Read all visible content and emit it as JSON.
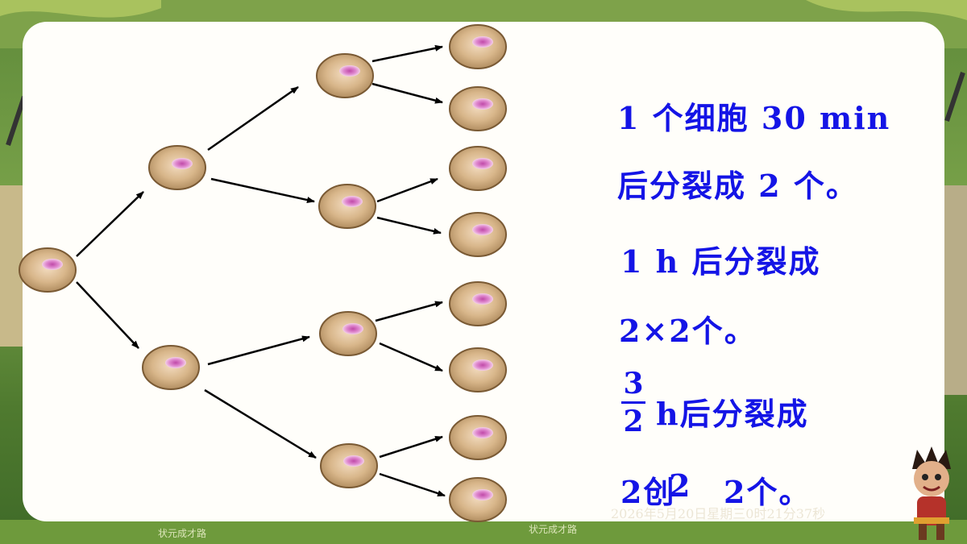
{
  "text_lines": {
    "l1": "1 个细胞 30 min",
    "l2": "后分裂成 2 个。",
    "l3": "1 h 后分裂成",
    "l4": "2×2个。",
    "l5_num": "3",
    "l5_den": "2",
    "l5": "h后分裂成",
    "l6_a": "2创",
    "l6_b": "2",
    "l6_c": "2个。"
  },
  "footer": {
    "left": "状元成才路",
    "center": "状元成才路",
    "timestamp": "2026年5月20日星期三0时21分37秒"
  },
  "colors": {
    "text": "#1414e6",
    "cell_body": "#c9a77a",
    "cell_nucleus": "#b44aa0",
    "panel": "#fffefa"
  },
  "icons": {
    "cell": "cell-icon",
    "arrow": "arrow-icon",
    "mascot": "mascot-icon"
  }
}
